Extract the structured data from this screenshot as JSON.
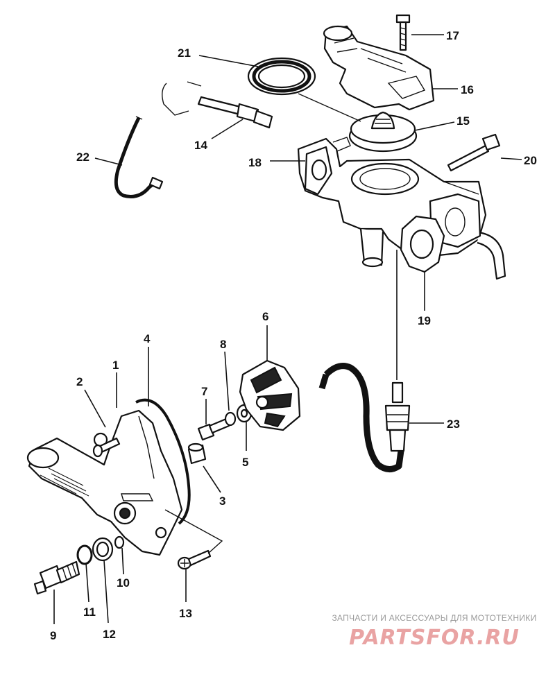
{
  "diagram": {
    "callouts": {
      "p1": "1",
      "p2": "2",
      "p3": "3",
      "p4": "4",
      "p5": "5",
      "p6": "6",
      "p7": "7",
      "p8": "8",
      "p9": "9",
      "p10": "10",
      "p11": "11",
      "p12": "12",
      "p13": "13",
      "p14": "14",
      "p15": "15",
      "p16": "16",
      "p17": "17",
      "p18": "18",
      "p19": "19",
      "p20": "20",
      "p21": "21",
      "p22": "22",
      "p23": "23"
    }
  },
  "watermark": {
    "caption": "ЗАПЧАСТИ И АКСЕССУАРЫ ДЛЯ МОТОТЕХНИКИ",
    "logo": "PARTSFOR.RU",
    "color": "#e9a3a3"
  }
}
